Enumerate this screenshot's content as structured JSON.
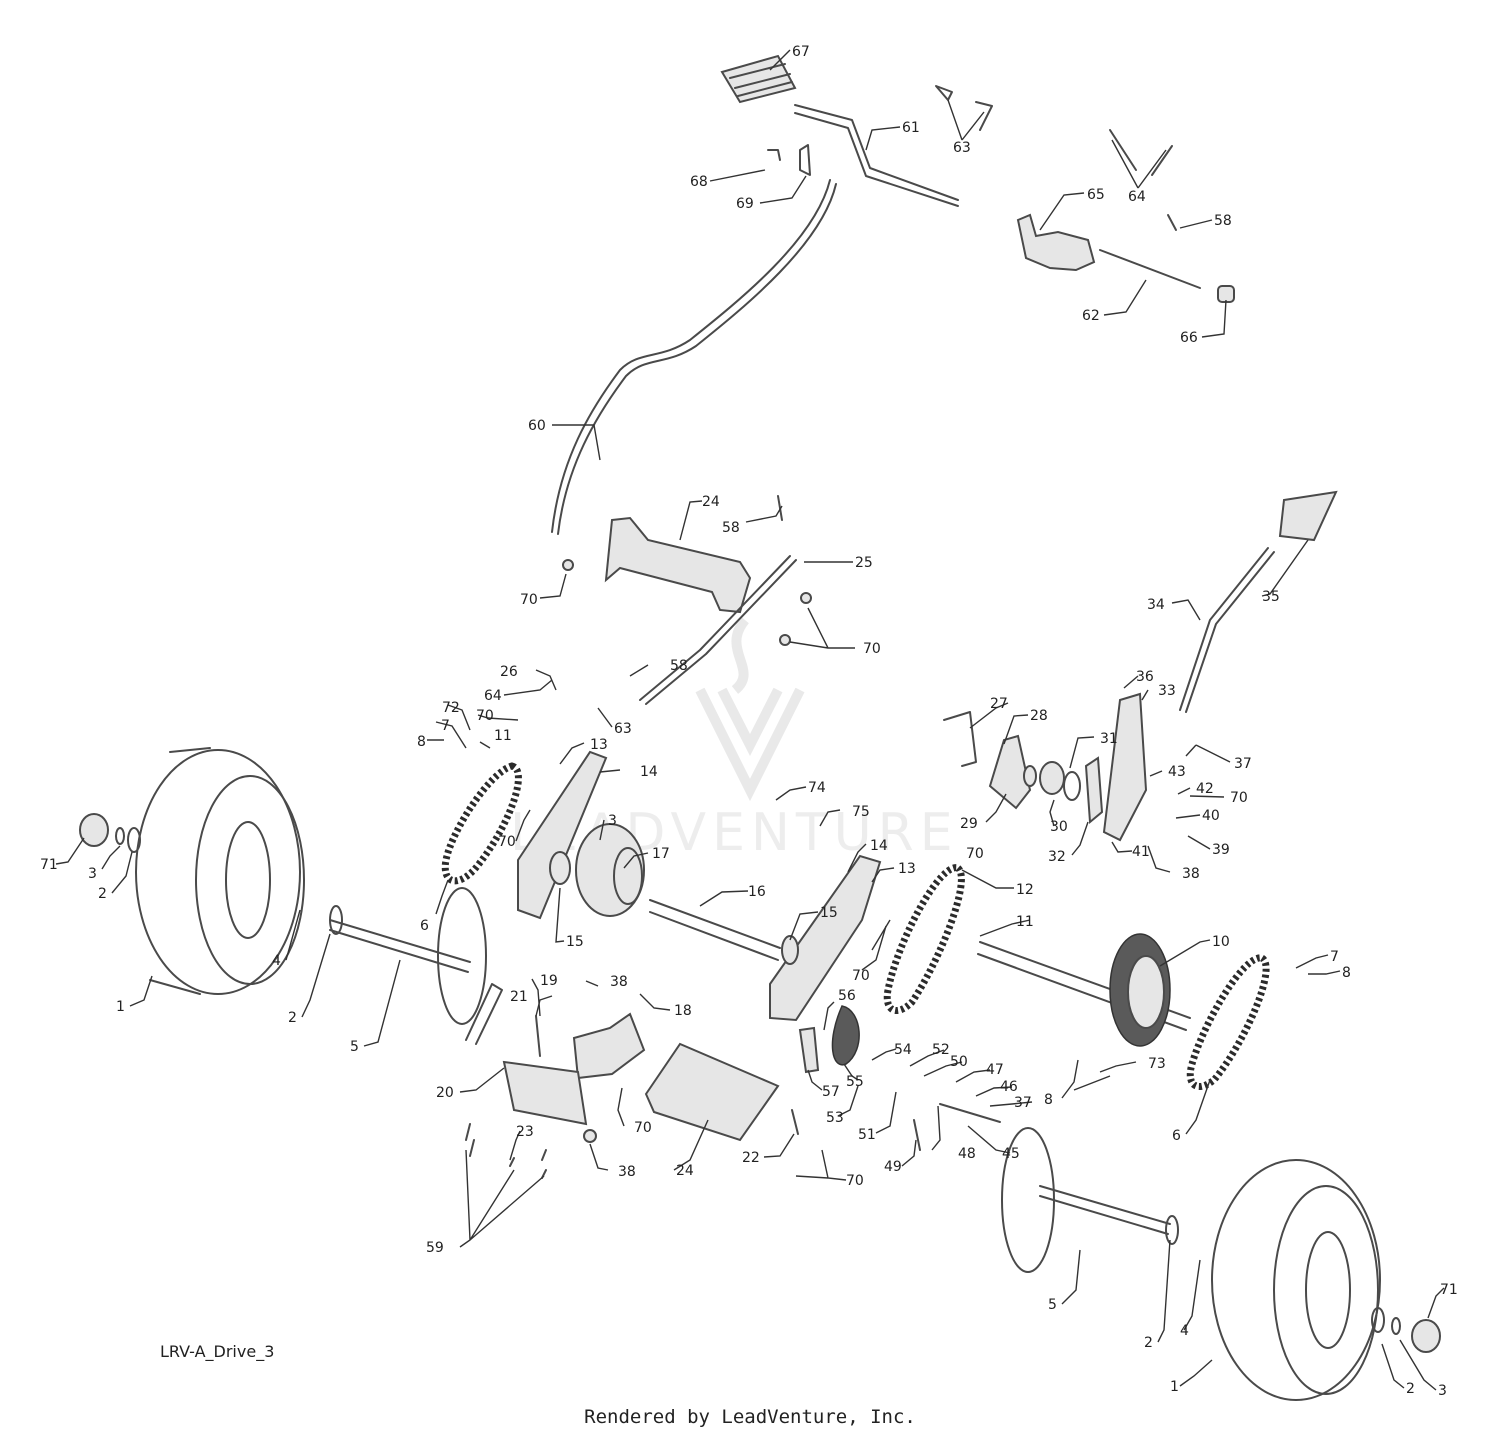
{
  "diagram_id": "LRV-A_Drive_3",
  "render_credit": "Rendered by LeadVenture, Inc.",
  "watermark_text": "LEADVENTURE",
  "colors": {
    "line": "#4a4a4a",
    "text": "#222222",
    "watermark": "#e9e9e9"
  },
  "callouts": [
    "67",
    "61",
    "63",
    "68",
    "69",
    "64",
    "58",
    "65",
    "62",
    "66",
    "60",
    "24",
    "58",
    "25",
    "70",
    "70",
    "34",
    "35",
    "26",
    "64",
    "63",
    "58",
    "72",
    "7",
    "8",
    "70",
    "11",
    "13",
    "14",
    "36",
    "33",
    "27",
    "28",
    "31",
    "37",
    "43",
    "42",
    "70",
    "40",
    "39",
    "74",
    "75",
    "38",
    "41",
    "29",
    "30",
    "32",
    "3",
    "17",
    "16",
    "15",
    "15",
    "70",
    "6",
    "71",
    "3",
    "2",
    "4",
    "2",
    "5",
    "1",
    "14",
    "13",
    "70",
    "12",
    "11",
    "70",
    "10",
    "7",
    "8",
    "6",
    "19",
    "21",
    "38",
    "18",
    "20",
    "70",
    "24",
    "38",
    "22",
    "56",
    "54",
    "52",
    "50",
    "47",
    "46",
    "37",
    "57",
    "55",
    "53",
    "51",
    "48",
    "49",
    "45",
    "73",
    "8",
    "70",
    "23",
    "59",
    "5",
    "2",
    "4",
    "1",
    "71",
    "2",
    "3"
  ]
}
